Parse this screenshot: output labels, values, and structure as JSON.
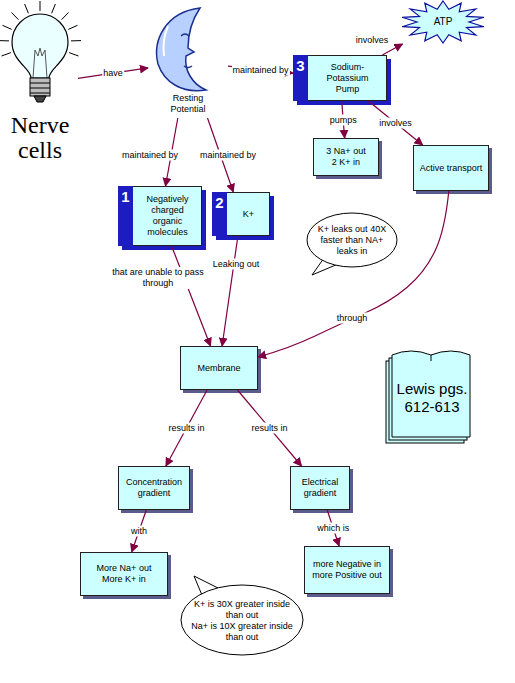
{
  "diagram": {
    "nodes": [
      {
        "text": [
          "Nerve cells"
        ]
      },
      {
        "text": [
          "Resting Potential"
        ]
      },
      {
        "text": [
          "3",
          "Sodium-Potassium Pump"
        ]
      },
      {
        "text": [
          "ATP"
        ]
      },
      {
        "text": [
          "3 Na+ out 2 K+ in"
        ]
      },
      {
        "text": [
          "Active transport"
        ]
      },
      {
        "text": [
          "1",
          "Negatively charged organic molecules"
        ]
      },
      {
        "text": [
          "2",
          "K+"
        ]
      },
      {
        "text": [
          "K+ leaks out 40X faster than NA+ leaks in"
        ]
      },
      {
        "text": [
          "Membrane"
        ]
      },
      {
        "text": [
          "Lewis pgs. 612-613"
        ]
      },
      {
        "text": [
          "Concentration gradient"
        ]
      },
      {
        "text": [
          "Electrical gradient"
        ]
      },
      {
        "text": [
          "More Na+ out More K+ in"
        ]
      },
      {
        "text": [
          "more Negative in more Positive out"
        ]
      },
      {
        "text": [
          "K+ is 30X greater inside than out",
          "Na+ is 10X greater inside than out"
        ]
      }
    ],
    "edges": [
      {
        "from": 0,
        "to": 1,
        "label": "have",
        "arrow": "to"
      },
      {
        "from": 1,
        "to": 2,
        "label": "maintained by",
        "arrow": "to"
      },
      {
        "from": 2,
        "to": 3,
        "label": "involves",
        "arrow": "to"
      },
      {
        "from": 2,
        "to": 4,
        "label": "pumps",
        "arrow": "to"
      },
      {
        "from": 2,
        "to": 5,
        "label": "involves",
        "arrow": "to"
      },
      {
        "from": 1,
        "to": 6,
        "label": "maintained by",
        "arrow": "to"
      },
      {
        "from": 1,
        "to": 7,
        "label": "maintained by",
        "arrow": "to"
      },
      {
        "from": 6,
        "to": 9,
        "label": "that are unable to pass through",
        "arrow": "to"
      },
      {
        "from": 7,
        "to": 9,
        "label": "Leaking out",
        "arrow": "to"
      },
      {
        "from": 5,
        "to": 9,
        "label": "through",
        "arrow": "to"
      },
      {
        "from": 9,
        "to": 11,
        "label": "results in",
        "arrow": "to"
      },
      {
        "from": 9,
        "to": 12,
        "label": "results in",
        "arrow": "to"
      },
      {
        "from": 11,
        "to": 13,
        "label": "with",
        "arrow": "to"
      },
      {
        "from": 12,
        "to": 14,
        "label": "which is",
        "arrow": "to"
      }
    ]
  }
}
